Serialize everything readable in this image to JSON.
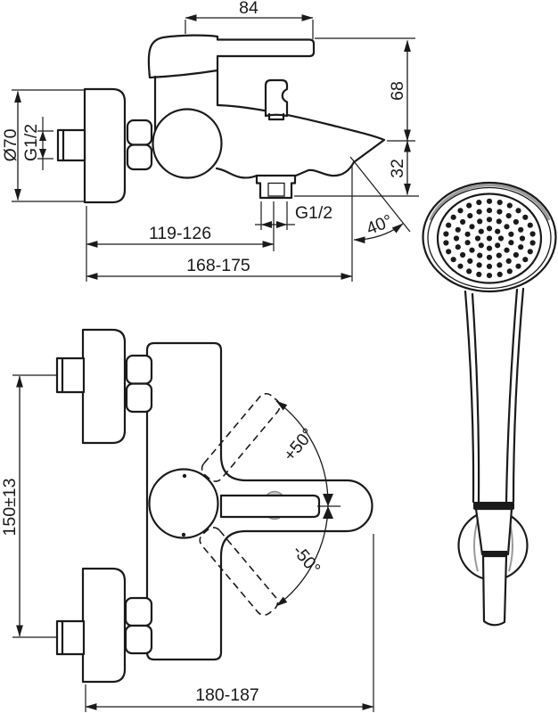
{
  "drawing": {
    "product": "wall-mounted single-lever bath shower mixer with hand shower",
    "views": {
      "side_view": {
        "lever_length": "84",
        "height_lever_to_spout": "68",
        "spout_tip_drop": "32",
        "escutcheon_diameter": "Ø70",
        "inlet_thread": "G1/2",
        "shower_outlet_thread": "G1/2",
        "wall_to_shower_outlet": "119-126",
        "wall_to_spout_tip": "168-175",
        "spout_angle": "40°"
      },
      "front_view": {
        "inlet_centres_spacing": "150±13",
        "lever_swing_up": "+50°",
        "lever_swing_down": "-50°",
        "wall_to_lever_tip": "180-187"
      }
    },
    "colors": {
      "line": "#1a1a1a",
      "shade": "#9a9a9a"
    }
  }
}
